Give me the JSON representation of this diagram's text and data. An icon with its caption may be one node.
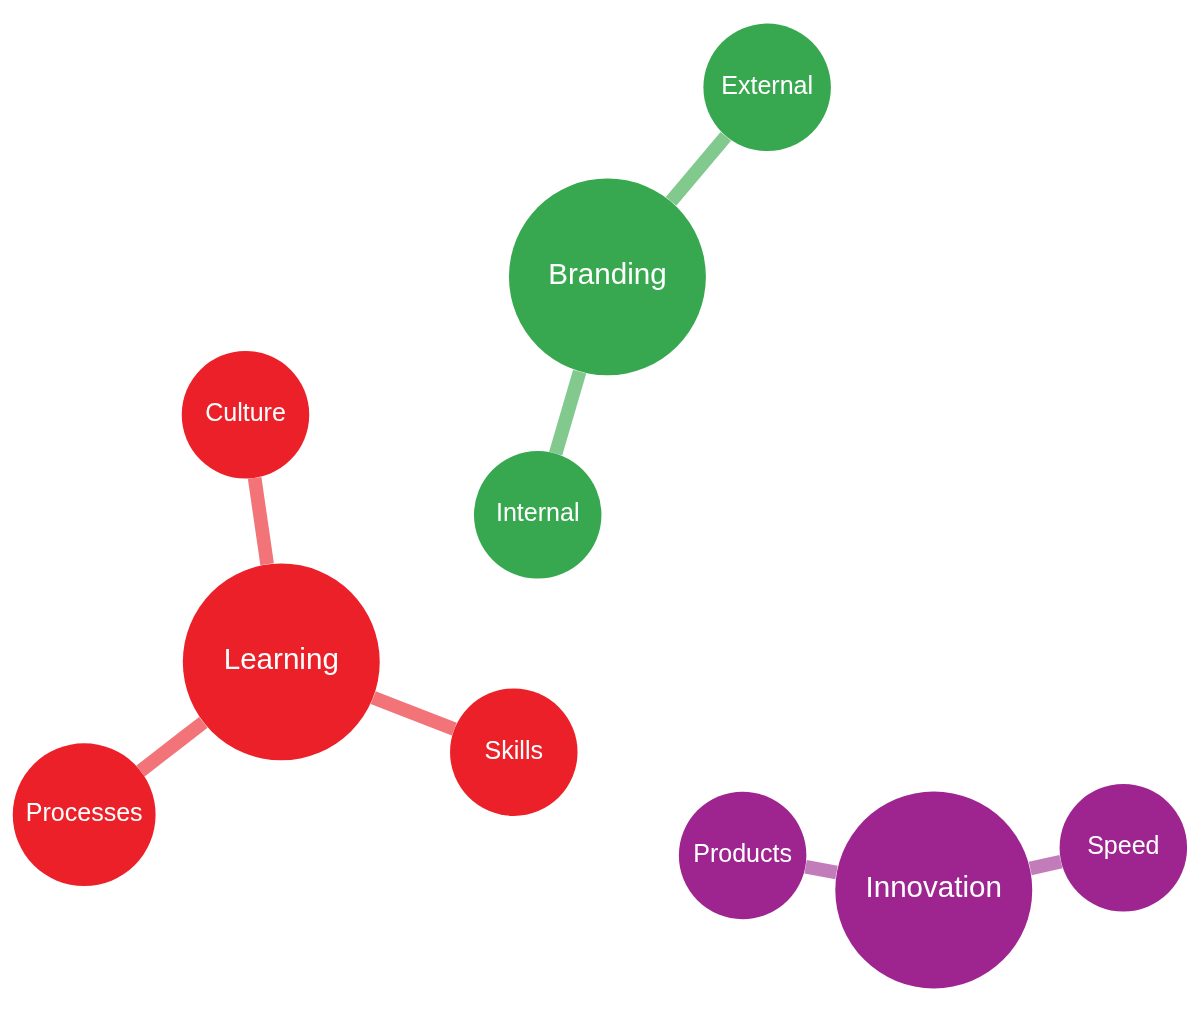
{
  "diagram": {
    "nodes": [
      {
        "text": [
          "Processes"
        ]
      },
      {
        "text": [
          "Products"
        ]
      },
      {
        "text": [
          "Skills"
        ]
      },
      {
        "text": [
          "Speed"
        ]
      },
      {
        "text": [
          "Learning"
        ]
      },
      {
        "text": [
          "Innovation"
        ]
      },
      {
        "text": [
          "Culture"
        ]
      },
      {
        "text": [
          "Branding"
        ]
      },
      {
        "text": [
          "External"
        ]
      },
      {
        "text": [
          "Internal"
        ]
      }
    ],
    "edges": [
      {
        "from": 4,
        "to": 0,
        "arrow": "none",
        "color": "#f27378"
      },
      {
        "from": 4,
        "to": 2,
        "arrow": "none",
        "color": "#f27378"
      },
      {
        "from": 4,
        "to": 6,
        "arrow": "none",
        "color": "#f27378"
      },
      {
        "from": 5,
        "to": 1,
        "arrow": "none",
        "color": "#c37cba"
      },
      {
        "from": 5,
        "to": 3,
        "arrow": "none",
        "color": "#c37cba"
      },
      {
        "from": 7,
        "to": 9,
        "arrow": "none",
        "color": "#82c98e"
      },
      {
        "from": 7,
        "to": 8,
        "arrow": "none",
        "color": "#82c98e"
      }
    ]
  }
}
